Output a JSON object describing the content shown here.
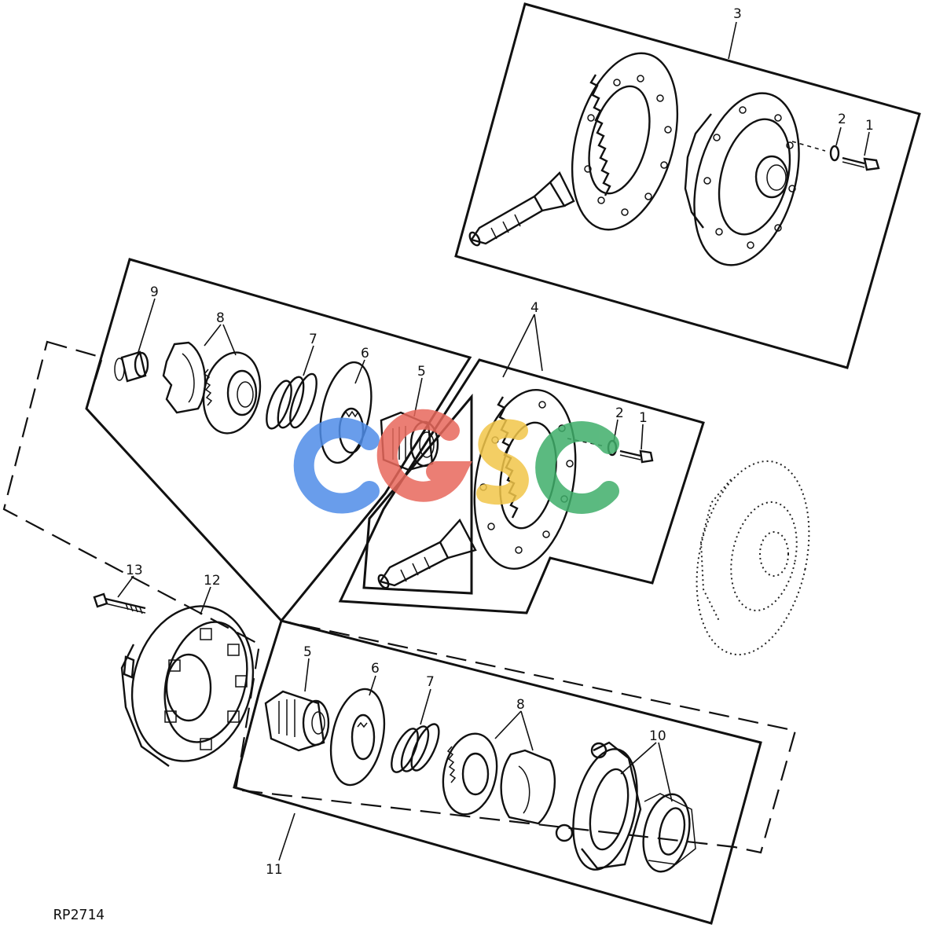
{
  "diagram": {
    "drawing_code": "RP2714",
    "callouts": {
      "c1_top": "1",
      "c2_top": "2",
      "c3": "3",
      "c4": "4",
      "c1_mid": "1",
      "c2_mid": "2",
      "c5_upper": "5",
      "c6_upper": "6",
      "c7_upper": "7",
      "c8_upper": "8",
      "c9": "9",
      "c13": "13",
      "c12": "12",
      "c5_lower": "5",
      "c6_lower": "6",
      "c7_lower": "7",
      "c8_lower": "8",
      "c10": "10",
      "c11": "11"
    },
    "watermark": {
      "letters": [
        "c",
        "g",
        "s",
        "c"
      ],
      "colors": [
        "#4f8de8",
        "#e8685c",
        "#f2c64a",
        "#3fae6a"
      ]
    }
  }
}
